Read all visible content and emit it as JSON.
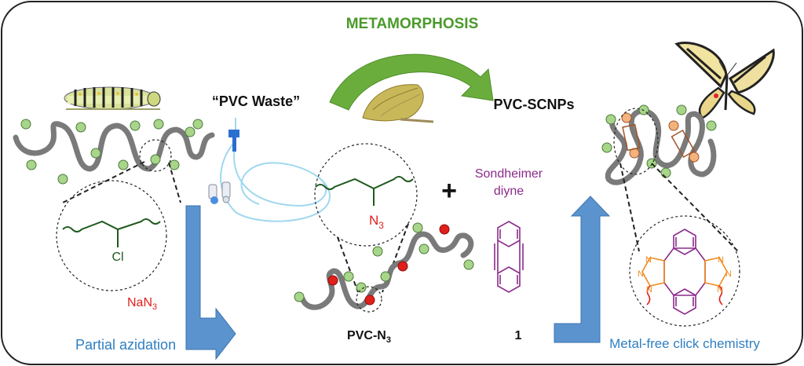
{
  "title": "METAMORPHOSIS",
  "labels": {
    "pvc_waste": "“PVC Waste”",
    "pvc_scnps": "PVC-SCNPs",
    "sondheimer_line1": "Sondheimer",
    "sondheimer_line2": "diyne",
    "nan3_main": "NaN",
    "nan3_sub": "3",
    "cl": "Cl",
    "n3_main": "N",
    "n3_sub": "3",
    "pvc_n3_main": "PVC-N",
    "pvc_n3_sub": "3",
    "compound_number": "1",
    "plus": "+",
    "partial_azidation": "Partial azidation",
    "metal_free_click": "Metal-free click chemistry",
    "triazole_n": "N"
  },
  "colors": {
    "title_green": "#4a9a2a",
    "arc_green": "#6aad3c",
    "blue_text": "#2f7fc1",
    "arrow_blue": "#5b93cf",
    "red": "#e0201b",
    "purple": "#8b2a8b",
    "dark_green": "#1f5a1f",
    "orange": "#f08a1c",
    "chain_gray": "#7a7a7a",
    "dot_green": "#a8d58a",
    "dot_red": "#e0201b",
    "dot_orange": "#f4b27c",
    "crosslink_brown": "#a0552a"
  },
  "icons": [
    "caterpillar-image",
    "chrysalis-image",
    "butterfly-image",
    "iv-tubing-image"
  ]
}
